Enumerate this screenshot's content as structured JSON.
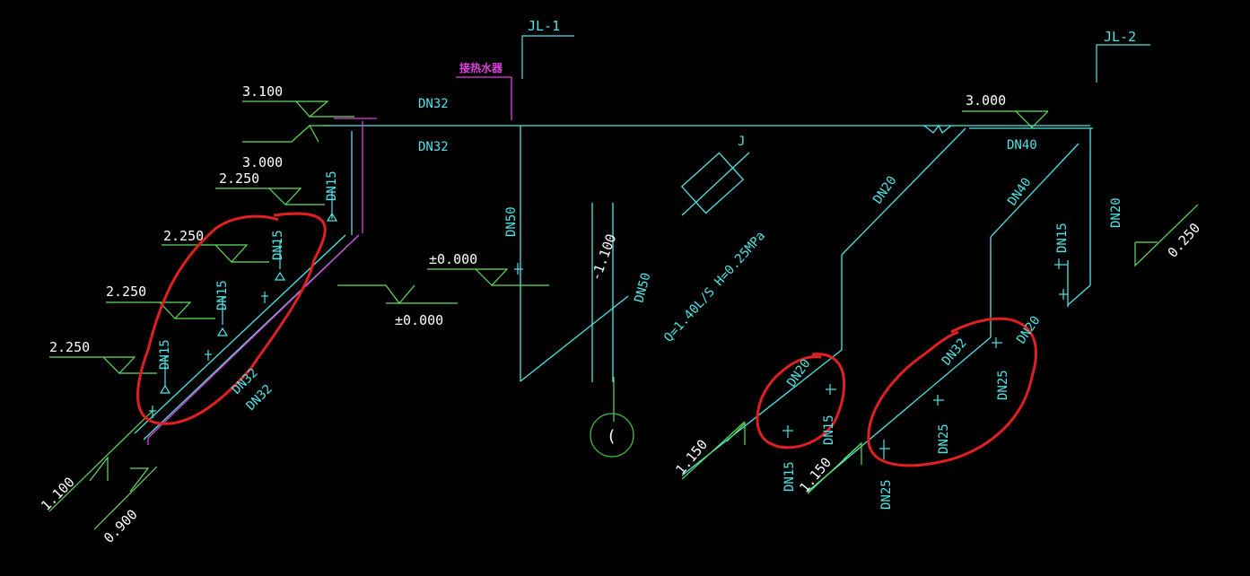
{
  "drawing": {
    "colors": {
      "background": "#000000",
      "pipe_cyan": "#4DE6E6",
      "level_green": "#5FE05F",
      "label_white": "#FFFFFF",
      "hot_magenta": "#E040E0",
      "markup_red": "#E02020",
      "fixture_green": "#40C040"
    },
    "risers": {
      "jl1": "JL-1",
      "jl2": "JL-2"
    },
    "levels": {
      "l_3100": "3.100",
      "l_3000_left": "3.000",
      "l_2250_a": "2.250",
      "l_2250_b": "2.250",
      "l_2250_c": "2.250",
      "l_2250_d": "2.250",
      "l_pm0_a": "±0.000",
      "l_pm0_b": "±0.000",
      "l_1100": "1.100",
      "l_0900": "0.900",
      "l_3000_right": "3.000",
      "l_1150_a": "1.150",
      "l_1150_b": "1.150",
      "l_0250": "0.250",
      "l_neg1100": "-1.100"
    },
    "pipe_labels": {
      "dn32_top": "DN32",
      "dn32_bottom": "DN32",
      "dn15_riser": "DN15",
      "dn15_a": "DN15",
      "dn15_b": "DN15",
      "dn15_c": "DN15",
      "dn32_diag_a": "DN32",
      "dn32_diag_b": "DN32",
      "dn50_vert": "DN50",
      "dn50_pump": "DN50",
      "dn20_mid": "DN20",
      "dn40_mid": "DN40",
      "dn40_top": "DN40",
      "dn20_right": "DN20",
      "dn15_right": "DN15",
      "dn20_c1": "DN20",
      "dn15_c1": "DN15",
      "dn15_c1b": "DN15",
      "dn32_c2": "DN32",
      "dn20_c2": "DN20",
      "dn25_c2a": "DN25",
      "dn25_c2b": "DN25",
      "dn25_c2c": "DN25"
    },
    "annotations": {
      "heater": "接热水器",
      "pump_spec": "Q=1.40L/S  H=0.25MPa",
      "pump_mark": "J",
      "well_mark": "("
    }
  }
}
